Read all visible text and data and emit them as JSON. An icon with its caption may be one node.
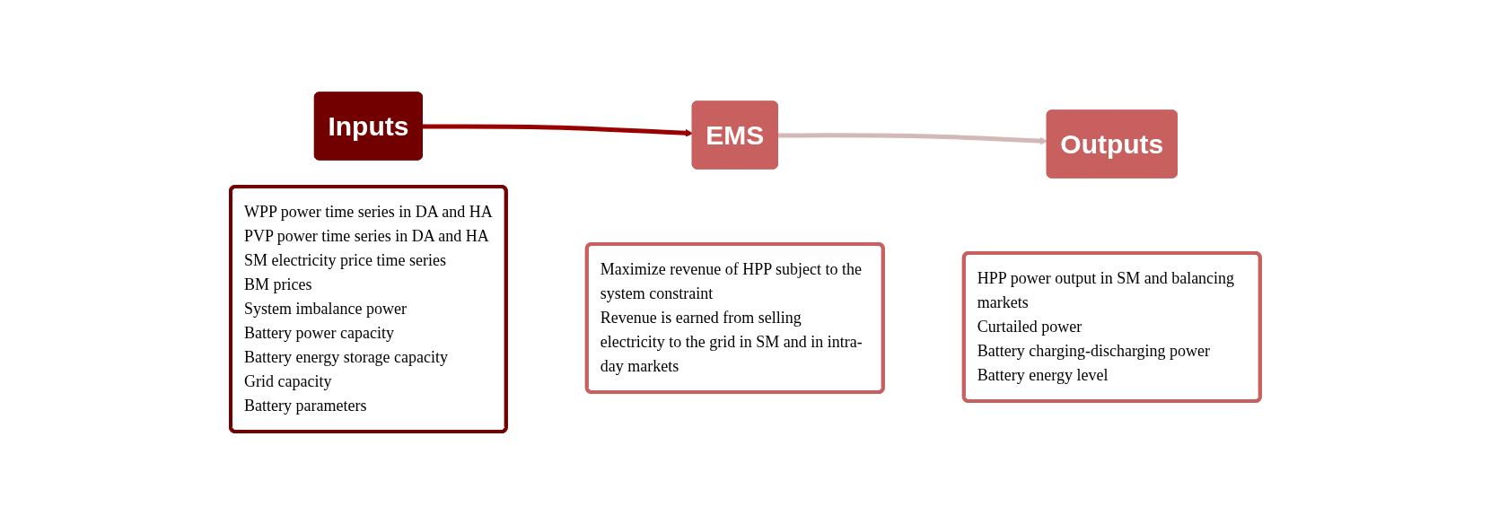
{
  "diagram": {
    "nodes": [
      {
        "text": [
          "Inputs"
        ]
      },
      {
        "text": [
          "WPP power time series in DA and HA",
          "PVP power time series in DA and HA",
          "SM electricity price time series",
          "BM prices",
          "System imbalance power",
          "Battery power capacity",
          "Battery energy storage capacity",
          "Grid capacity",
          "Battery parameters"
        ]
      },
      {
        "text": [
          "EMS"
        ]
      },
      {
        "text": [
          "Maximize revenue of HPP subject to the system constraint",
          "Revenue is earned from selling electricity to the grid in SM and in intra-day markets"
        ]
      },
      {
        "text": [
          "Outputs"
        ]
      },
      {
        "text": [
          "HPP power output in SM and balancing markets",
          "Curtailed power",
          "Battery charging-discharging power",
          "Battery energy level"
        ]
      }
    ],
    "edges": [
      {
        "from": 0,
        "to": 2,
        "arrow": "to",
        "color": "#990000"
      },
      {
        "from": 2,
        "to": 4,
        "arrow": "to",
        "color": "#d4b8b8"
      }
    ]
  }
}
